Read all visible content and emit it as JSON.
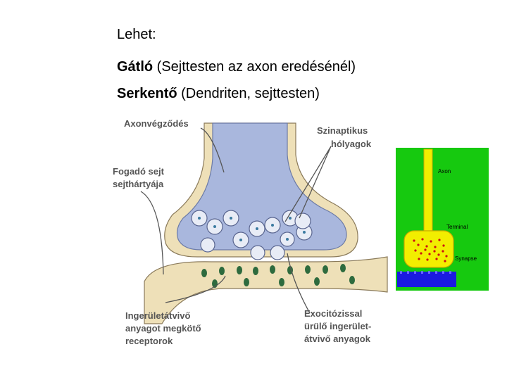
{
  "slide": {
    "line1": "Lehet:",
    "line2": {
      "bold": "Gátló",
      "rest": " (Sejttesten az axon eredésénél)"
    },
    "line3": {
      "bold": "Serkentő",
      "rest": " (Dendriten, sejttesten)"
    }
  },
  "synapse_figure": {
    "labels": {
      "axon_terminal": "Axonvégződés",
      "vesicles_1": "Szinaptikus",
      "vesicles_2": "hólyagok",
      "receiver_1": "Fogadó sejt",
      "receiver_2": "sejthártyája",
      "receptors_1": "Ingerületátvivő",
      "receptors_2": "anyagot megkötő",
      "receptors_3": "receptorok",
      "exocytosis_1": "Exocitózissal",
      "exocytosis_2": "ürülő ingerület-",
      "exocytosis_3": "átvivő anyagok"
    },
    "colors": {
      "terminal": "#a9b7dd",
      "membrane": "#eee0b8",
      "receptor": "#2e6b3e"
    }
  },
  "inset": {
    "labels": {
      "axon": "Axon",
      "terminal": "Terminal",
      "synapse": "Synapse"
    },
    "colors": {
      "background": "#16c90f",
      "terminal": "#f2ee00",
      "receiver": "#1a1ae0",
      "dots": "#cc1111"
    }
  }
}
